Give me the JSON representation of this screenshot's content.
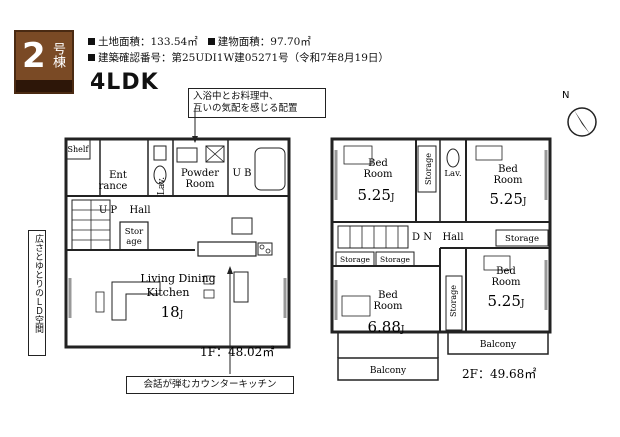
{
  "header": {
    "building_number": "2",
    "building_unit": "号棟",
    "land_area": "土地面積：133.54㎡",
    "building_area": "建物面積：97.70㎡",
    "permit": "建築確認番号：第25UDI1W建05271号（令和7年8月19日）",
    "plan_type": "4LDK"
  },
  "callouts": {
    "bath": "入浴中とお料理中、\n互いの気配を感じる配置",
    "ld": "広さとゆとりのＬＤ空間",
    "kitchen": "会話が弾むカウンターキッチン"
  },
  "floor1": {
    "shelf": "Shelf",
    "entrance": "Ent\nrance",
    "lav": "Lav.",
    "powder": "Powder\nRoom",
    "ub": "U B",
    "up": "U P",
    "hall": "Hall",
    "storage": "Stor\nage",
    "living": "Living Dining",
    "kitchen": "Kitchen",
    "living_size": "18",
    "area": "1F：48.02㎡"
  },
  "floor2": {
    "bed1": "Bed\nRoom",
    "bed1_size": "5.25",
    "bed2": "Bed\nRoom",
    "bed2_size": "5.25",
    "bed3": "Bed\nRoom",
    "bed3_size": "6.88",
    "bed4": "Bed\nRoom",
    "bed4_size": "5.25",
    "storage": "Storage",
    "lav": "Lav.",
    "dn": "D N",
    "hall": "Hall",
    "balcony": "Balcony",
    "area": "2F：49.68㎡"
  },
  "unit_suffix": "J",
  "compass": "N"
}
